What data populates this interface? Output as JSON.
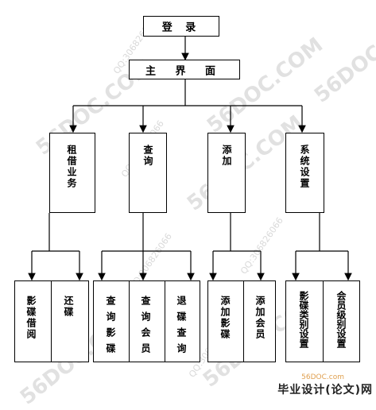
{
  "root": {
    "label": "登 录"
  },
  "main": {
    "label": "主 界 面"
  },
  "categories": [
    {
      "label": "租借业务"
    },
    {
      "label": "查询"
    },
    {
      "label": "添加"
    },
    {
      "label": "系统设置"
    }
  ],
  "leaves": [
    {
      "label": "影碟借阅"
    },
    {
      "label": "还碟"
    },
    {
      "label": "查询影碟"
    },
    {
      "label": "查询会员"
    },
    {
      "label": "退碟查询"
    },
    {
      "label": "添加影碟"
    },
    {
      "label": "添加会员"
    },
    {
      "label": "影碟类别设置"
    },
    {
      "label": "会员级别设置"
    }
  ],
  "watermarks": {
    "site": "56DOC.COM",
    "qq": "QQ:306826066",
    "footer_brand": "毕业设计(论文)网",
    "footer_url": "56DOC.com"
  }
}
